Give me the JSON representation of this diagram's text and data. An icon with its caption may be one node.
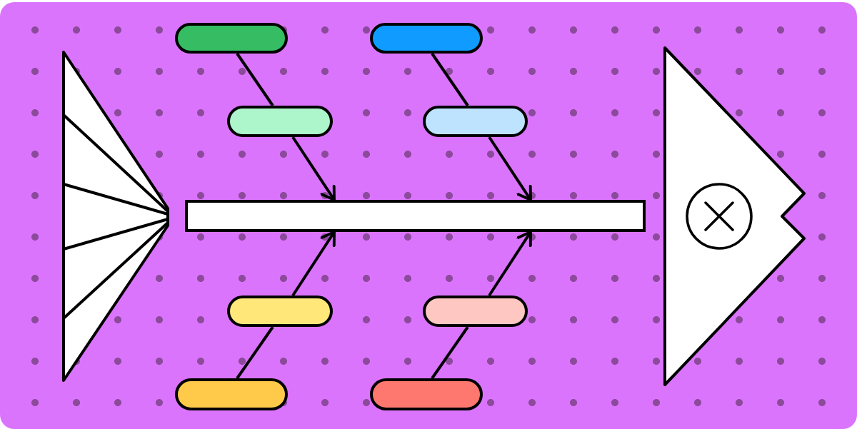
{
  "diagram": {
    "nodes": [
      {
        "text": [],
        "shape": "pill"
      },
      {
        "text": [],
        "shape": "pill"
      },
      {
        "text": [],
        "shape": "pill"
      },
      {
        "text": [],
        "shape": "pill"
      },
      {
        "text": [],
        "shape": "bar"
      },
      {
        "text": [],
        "shape": "pill"
      },
      {
        "text": [],
        "shape": "pill"
      },
      {
        "text": [],
        "shape": "pill"
      },
      {
        "text": [],
        "shape": "pill"
      }
    ],
    "edges": [
      {
        "from": 0,
        "to": 2,
        "arrow": "none"
      },
      {
        "from": 2,
        "to": 4,
        "arrow": "to"
      },
      {
        "from": 1,
        "to": 3,
        "arrow": "none"
      },
      {
        "from": 3,
        "to": 4,
        "arrow": "to"
      },
      {
        "from": 7,
        "to": 5,
        "arrow": "none"
      },
      {
        "from": 5,
        "to": 4,
        "arrow": "to"
      },
      {
        "from": 8,
        "to": 6,
        "arrow": "none"
      },
      {
        "from": 6,
        "to": 4,
        "arrow": "to"
      }
    ]
  }
}
